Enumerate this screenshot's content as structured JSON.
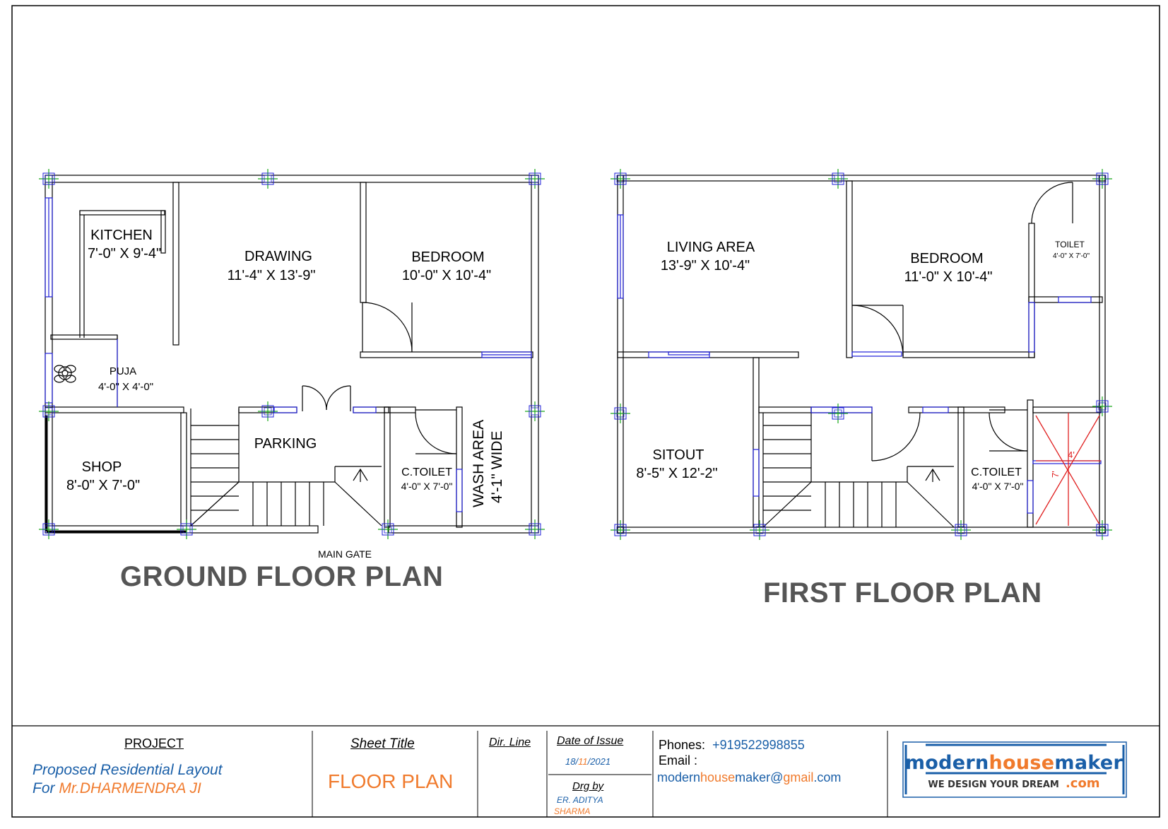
{
  "ground_floor": {
    "title": "GROUND FLOOR PLAN",
    "main_gate": "MAIN GATE",
    "rooms": {
      "kitchen": {
        "name": "KITCHEN",
        "size": "7'-0\" X 9'-4\""
      },
      "drawing": {
        "name": "DRAWING",
        "size": "11'-4\" X 13'-9\""
      },
      "bedroom": {
        "name": "BEDROOM",
        "size": "10'-0\" X 10'-4\""
      },
      "puja": {
        "name": "PUJA",
        "size": "4'-0\" X 4'-0\""
      },
      "shop": {
        "name": "SHOP",
        "size": "8'-0\" X 7'-0\""
      },
      "parking": {
        "name": "PARKING"
      },
      "ctoilet": {
        "name": "C.TOILET",
        "size": "4'-0\" X 7'-0\""
      },
      "wash": {
        "name": "WASH AREA",
        "size": "4'-1\" WIDE"
      }
    }
  },
  "first_floor": {
    "title": "FIRST FLOOR PLAN",
    "rooms": {
      "living": {
        "name": "LIVING AREA",
        "size": "13'-9\" X 10'-4\""
      },
      "bedroom": {
        "name": "BEDROOM",
        "size": "11'-0\" X 10'-4\""
      },
      "toilet": {
        "name": "TOILET",
        "size": "4'-0\" X 7'-0\""
      },
      "sitout": {
        "name": "SITOUT",
        "size": "8'-5\" X 12'-2\""
      },
      "ctoilet": {
        "name": "C.TOILET",
        "size": "4'-0\" X 7'-0\""
      }
    },
    "cutout_dims": {
      "width": "4'",
      "height": "7'"
    }
  },
  "title_block": {
    "project_label": "PROJECT",
    "project_line1": "Proposed Residential Layout",
    "project_line2_prefix": "For ",
    "project_client": "Mr.DHARMENDRA JI",
    "sheet_title_label": "Sheet Title",
    "sheet_title": "FLOOR PLAN",
    "dir_line": "Dir. Line",
    "date_label": "Date of Issue",
    "date_day": "18/",
    "date_month": "11",
    "date_year": "/2021",
    "drg_by_label": "Drg by",
    "drg_by_name_1": "ER. ADITYA",
    "drg_by_name_2": "SHARMA",
    "phones_label": "Phones:",
    "phone": "+919522998855",
    "email_label": "Email :",
    "email_part1": "modern",
    "email_part2": "house",
    "email_part3": "maker@",
    "email_part4": "gmail",
    "email_part5": ".com"
  },
  "logo": {
    "part1": "modern",
    "part2": "house",
    "part3": "maker",
    "tagline": "WE DESIGN YOUR DREAM",
    "suffix": ".com"
  },
  "colors": {
    "wall": "#000000",
    "window": "#1f1fd8",
    "grid_marker": "#1aa81a",
    "cutout": "#e02020",
    "brand_blue": "#1a5fa8",
    "brand_orange": "#f07a2c",
    "title_gray": "#555555"
  }
}
